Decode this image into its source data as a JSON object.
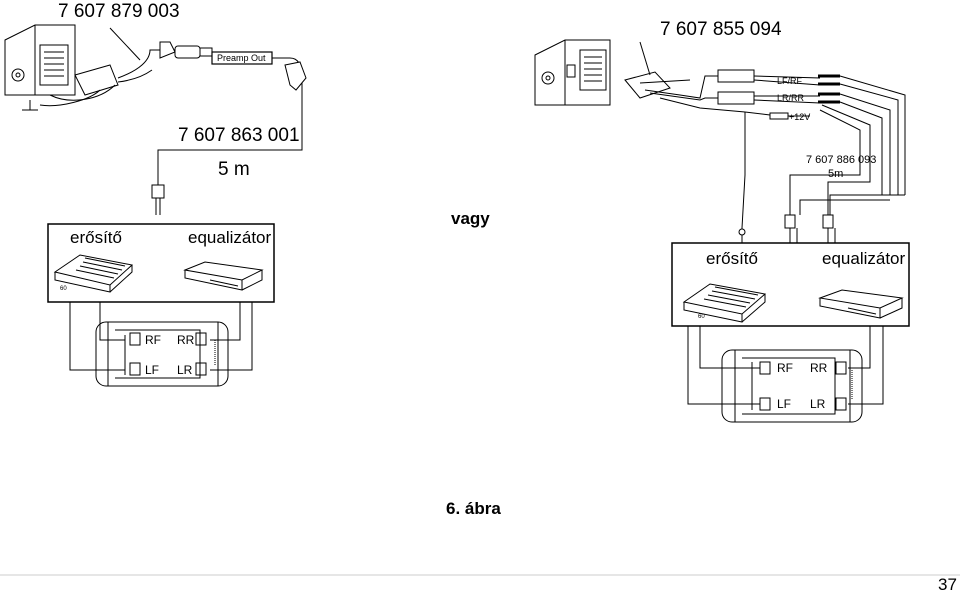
{
  "left": {
    "part_top": "7 607 879 003",
    "preamp_out": "Preamp Out",
    "part_cable": "7 607 863 001",
    "cable_length": "5 m",
    "amplifier": "erősítő",
    "equalizer": "equalizátor",
    "speakers": {
      "rf": "RF",
      "rr": "RR",
      "lf": "LF",
      "lr": "LR"
    }
  },
  "or_label": "vagy",
  "right": {
    "part_top": "7 607 855 094",
    "lf_rf": "LF/RF",
    "lr_rr": "LR/RR",
    "plus12v": "+12V",
    "part_cable": "7 607 886 093",
    "cable_length": "5m",
    "amplifier": "erősítő",
    "equalizer": "equalizátor",
    "speakers": {
      "rf": "RF",
      "rr": "RR",
      "lf": "LF",
      "lr": "LR"
    }
  },
  "figure_caption": "6. ábra",
  "page_number": "37"
}
